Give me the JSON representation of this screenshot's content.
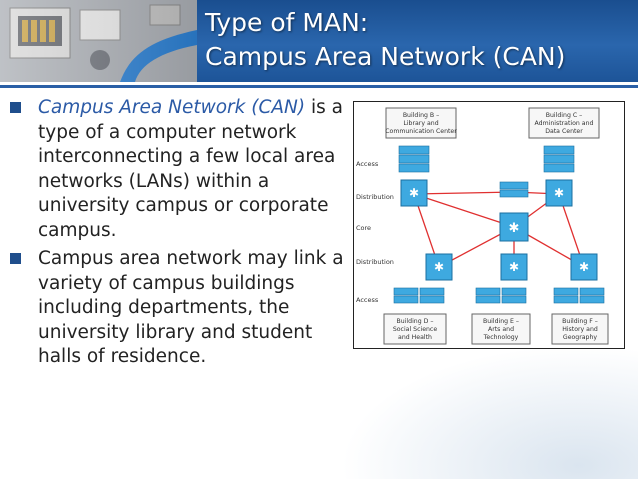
{
  "slide": {
    "title_line1": "Type of MAN:",
    "title_line2": "Campus Area Network (CAN)",
    "bullets": [
      {
        "emph": "Campus Area Network (CAN)",
        "text": " is a type of a computer network interconnecting a few local area networks (LANs) within a university campus or corporate campus."
      },
      {
        "emph": "",
        "text": "Campus area network may link a variety of campus buildings including departments, the university library and student halls of residence."
      }
    ]
  },
  "diagram": {
    "layers": [
      "Access",
      "Distribution",
      "Core",
      "Distribution",
      "Access"
    ],
    "buildings_top": [
      {
        "line1": "Building B –",
        "line2": "Library and",
        "line3": "Communication Center"
      },
      {
        "line1": "Building C –",
        "line2": "Administration and",
        "line3": "Data Center"
      }
    ],
    "buildings_bottom": [
      {
        "line1": "Building D –",
        "line2": "Social Science",
        "line3": "and Health"
      },
      {
        "line1": "Building E –",
        "line2": "Arts and",
        "line3": "Technology"
      },
      {
        "line1": "Building F –",
        "line2": "History and",
        "line3": "Geography"
      }
    ],
    "colors": {
      "device": "#3ea9e0",
      "link": "#e03030",
      "box_border": "#666666"
    }
  }
}
